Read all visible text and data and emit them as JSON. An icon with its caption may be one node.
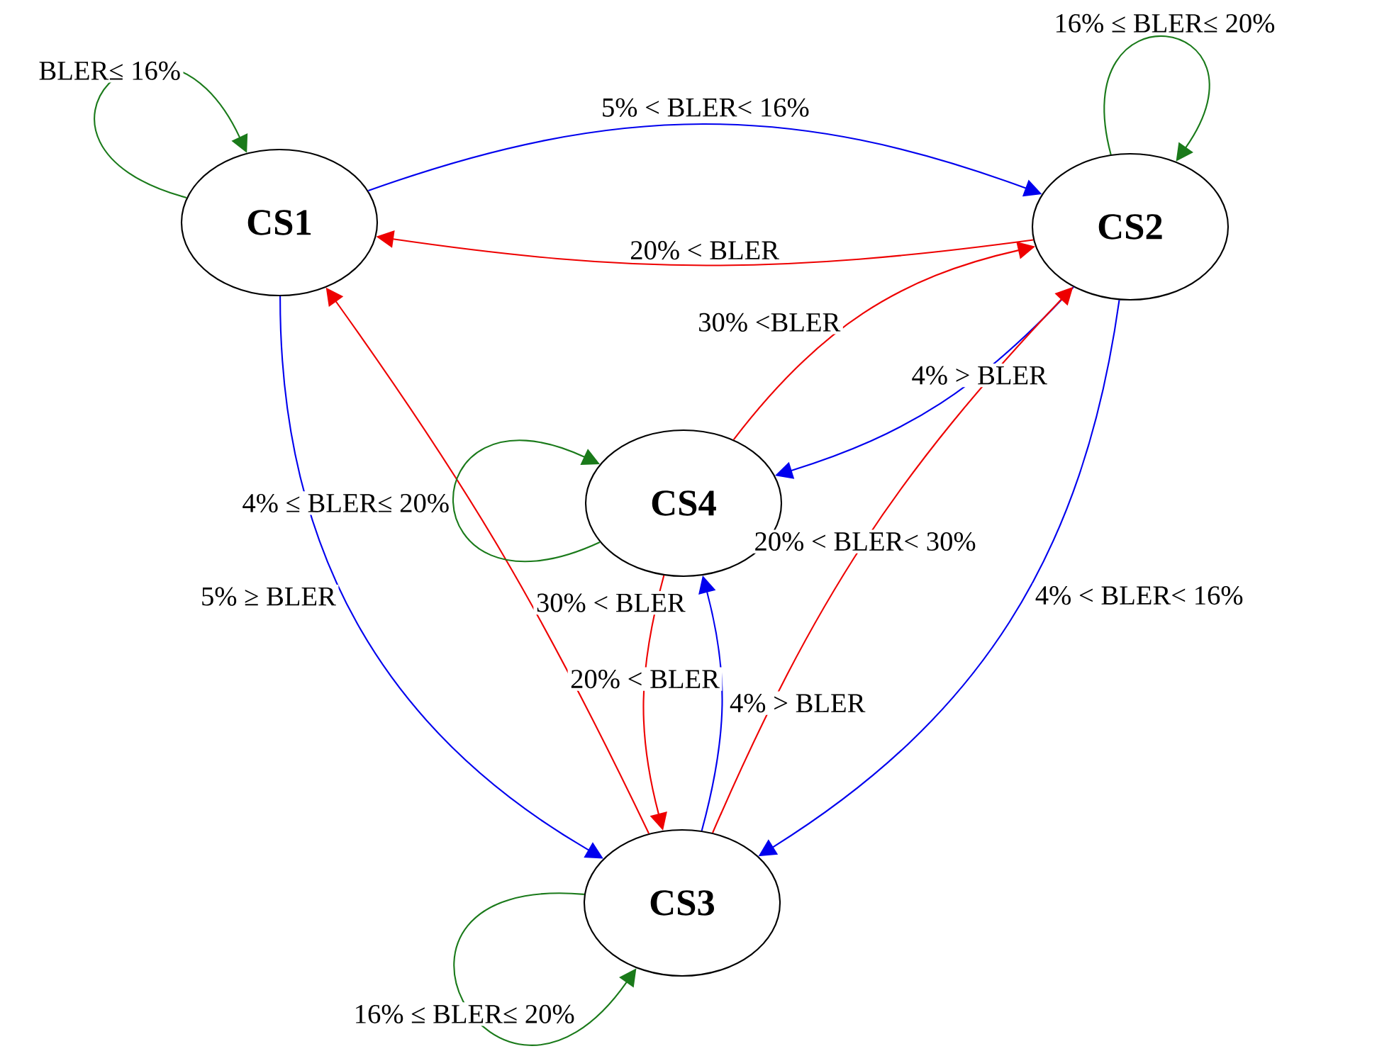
{
  "diagram": {
    "nodes": [
      {
        "text": [
          "CS1"
        ]
      },
      {
        "text": [
          "CS2"
        ]
      },
      {
        "text": [
          "CS4"
        ]
      },
      {
        "text": [
          "CS3"
        ]
      }
    ],
    "edges": [
      {
        "from": 0,
        "to": 0,
        "arrow": "to",
        "label": "BLER≤ 16%",
        "color": "#1a7a1a"
      },
      {
        "from": 0,
        "to": 1,
        "arrow": "to",
        "label": "5% < BLER< 16%",
        "color": "#0000ee"
      },
      {
        "from": 1,
        "to": 0,
        "arrow": "to",
        "label": "20% < BLER",
        "color": "#ee0000"
      },
      {
        "from": 1,
        "to": 1,
        "arrow": "to",
        "label": "16% ≤ BLER≤ 20%",
        "color": "#1a7a1a"
      },
      {
        "from": 0,
        "to": 3,
        "arrow": "to",
        "label": "5% ≥ BLER",
        "color": "#0000ee"
      },
      {
        "from": 3,
        "to": 0,
        "arrow": "to",
        "label": "30% < BLER",
        "color": "#ee0000"
      },
      {
        "from": 2,
        "to": 1,
        "arrow": "to",
        "label": "30% <BLER",
        "color": "#ee0000"
      },
      {
        "from": 1,
        "to": 2,
        "arrow": "to",
        "label": "4% > BLER",
        "color": "#0000ee"
      },
      {
        "from": 2,
        "to": 2,
        "arrow": "to",
        "label": "4% ≤ BLER≤ 20%",
        "color": "#1a7a1a"
      },
      {
        "from": 2,
        "to": 3,
        "arrow": "to",
        "label": "20% < BLER",
        "color": "#ee0000"
      },
      {
        "from": 3,
        "to": 2,
        "arrow": "to",
        "label": "4% > BLER",
        "color": "#0000ee"
      },
      {
        "from": 3,
        "to": 1,
        "arrow": "to",
        "label": "20% < BLER< 30%",
        "color": "#ee0000"
      },
      {
        "from": 1,
        "to": 3,
        "arrow": "to",
        "label": "4% < BLER< 16%",
        "color": "#0000ee"
      },
      {
        "from": 3,
        "to": 3,
        "arrow": "to",
        "label": "16% ≤ BLER≤ 20%",
        "color": "#1a7a1a"
      }
    ]
  }
}
